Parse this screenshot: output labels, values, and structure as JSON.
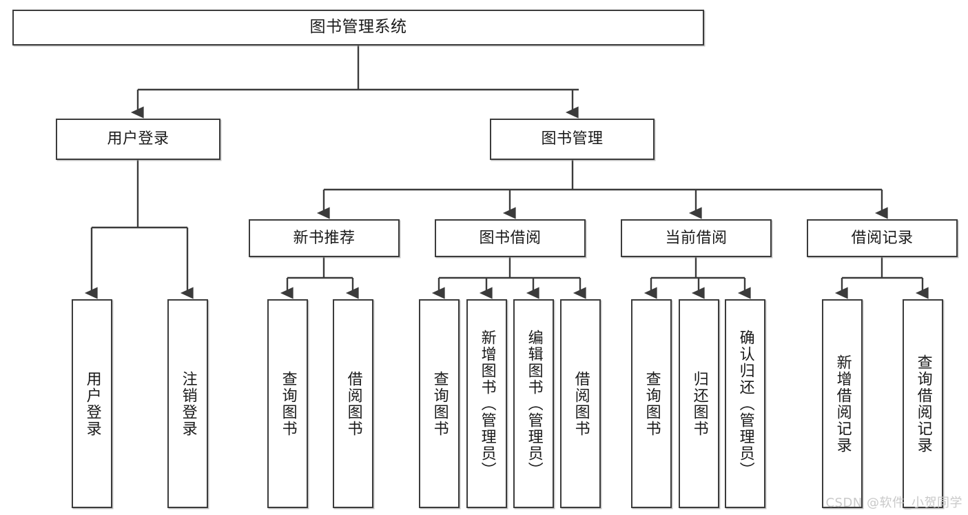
{
  "diagram": {
    "type": "tree-hierarchy",
    "title": "图书管理系统",
    "watermark": "CSDN @软件_小贺同学",
    "colors": {
      "stroke": "#3b3b3b",
      "fill": "#ffffff",
      "text": "#1a1a1a",
      "watermark": "#c9c9c9"
    },
    "nodes": {
      "root": {
        "label": "图书管理系统"
      },
      "level2": [
        {
          "id": "user-login",
          "label": "用户登录"
        },
        {
          "id": "book-manage",
          "label": "图书管理"
        }
      ],
      "level3": [
        {
          "id": "new-book-rec",
          "label": "新书推荐"
        },
        {
          "id": "book-borrow",
          "label": "图书借阅"
        },
        {
          "id": "current-borrow",
          "label": "当前借阅"
        },
        {
          "id": "borrow-record",
          "label": "借阅记录"
        }
      ],
      "leaves": [
        {
          "id": "leaf-user-login",
          "label": "用户登录",
          "parent": "user-login"
        },
        {
          "id": "leaf-logout",
          "label": "注销登录",
          "parent": "user-login"
        },
        {
          "id": "leaf-query-book-1",
          "label": "查询图书",
          "parent": "new-book-rec"
        },
        {
          "id": "leaf-borrow-book-1",
          "label": "借阅图书",
          "parent": "new-book-rec"
        },
        {
          "id": "leaf-query-book-2",
          "label": "查询图书",
          "parent": "book-borrow"
        },
        {
          "id": "leaf-add-book",
          "label": "新增图书（管理员）",
          "parent": "book-borrow"
        },
        {
          "id": "leaf-edit-book",
          "label": "编辑图书（管理员）",
          "parent": "book-borrow"
        },
        {
          "id": "leaf-borrow-book-2",
          "label": "借阅图书",
          "parent": "book-borrow"
        },
        {
          "id": "leaf-query-book-3",
          "label": "查询图书",
          "parent": "current-borrow"
        },
        {
          "id": "leaf-return-book",
          "label": "归还图书",
          "parent": "current-borrow"
        },
        {
          "id": "leaf-confirm-return",
          "label": "确认归还（管理员）",
          "parent": "current-borrow"
        },
        {
          "id": "leaf-add-record",
          "label": "新增借阅记录",
          "parent": "borrow-record"
        },
        {
          "id": "leaf-query-record",
          "label": "查询借阅记录",
          "parent": "borrow-record"
        }
      ]
    }
  }
}
